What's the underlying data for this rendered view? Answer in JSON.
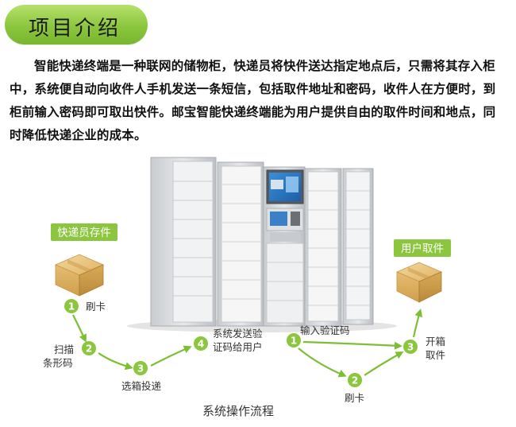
{
  "header": {
    "title": "项目介绍"
  },
  "intro": {
    "text": "智能快递终端是一种联网的储物柜，快递员将快件送达指定地点后，只需将其存入柜中，系统便自动向收件人手机发送一条短信，包括取件地址和密码，收件人在方便时，到柜前输入密码即可取出快件。邮宝智能快递终端能为用户提供自由的取件时间和地点，同时降低快递企业的成本。"
  },
  "diagram": {
    "left_badge": "快递员存件",
    "right_badge": "用户取件",
    "caption": "系统操作流程",
    "courier_steps": [
      {
        "num": "1",
        "label": "刷卡"
      },
      {
        "num": "2",
        "label_line1": "扫描",
        "label_line2": "条形码"
      },
      {
        "num": "3",
        "label": "选箱投递"
      },
      {
        "num": "4",
        "label_line1": "系统发送验",
        "label_line2": "证码给用户"
      }
    ],
    "user_steps": [
      {
        "num": "1",
        "label": "输入验证码"
      },
      {
        "num": "2",
        "label": "刷卡"
      },
      {
        "num": "3",
        "label_line1": "开箱",
        "label_line2": "取件"
      }
    ]
  },
  "colors": {
    "green": "#8cc63f",
    "green_dark": "#6aab2a",
    "box": "#e2b765"
  }
}
